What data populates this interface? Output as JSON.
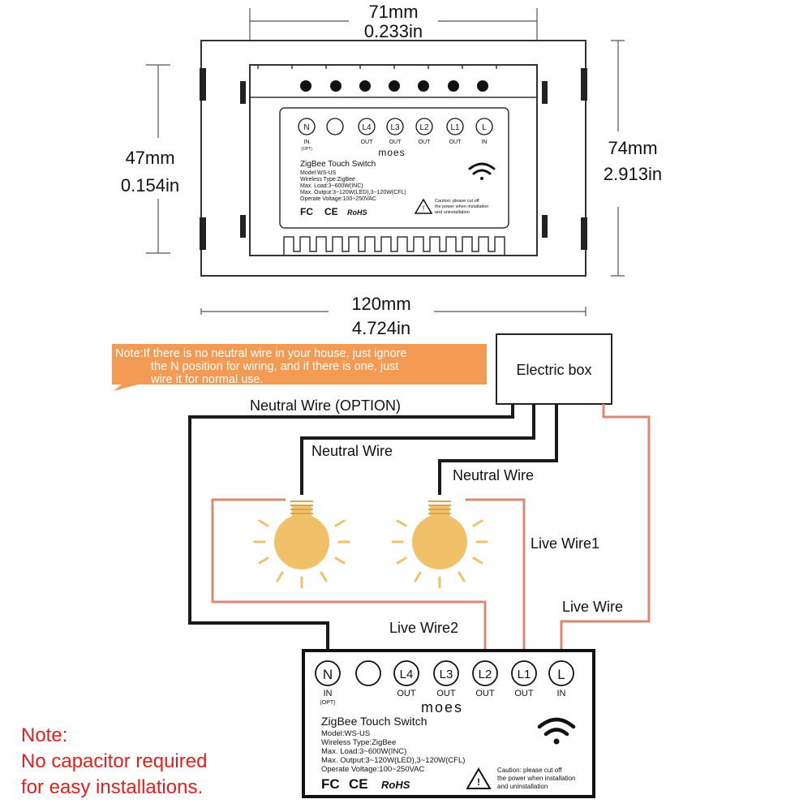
{
  "dimensions": {
    "width_mm": "71mm",
    "width_in": "0.233in",
    "inner_height_mm": "47mm",
    "inner_height_in": "0.154in",
    "height_mm": "74mm",
    "height_in": "2.913in",
    "total_width_mm": "120mm",
    "total_width_in": "4.724in"
  },
  "module": {
    "brand": "MOES",
    "title": "ZigBee Touch Switch",
    "model": "Model:WS-US",
    "wireless": "Wireless Type:ZigBee",
    "max_load": "Max. Load:3~600W(INC)",
    "max_output": "Max. Output:3~120W(LED),3~120W(CFL)",
    "voltage": "Operate Voltage:100~250VAC",
    "caution_1": "Caution: please cut off",
    "caution_2": "the power when installation",
    "caution_3": "and uninstallation",
    "cert_fc": "FC",
    "cert_ce": "CE",
    "cert_rohs": "RoHS",
    "terminals": {
      "n": "N",
      "l4": "L4",
      "l3": "L3",
      "l2": "L2",
      "l1": "L1",
      "l": "L"
    },
    "terminal_sub": {
      "in": "IN",
      "opt": "(OPT)",
      "out": "OUT"
    }
  },
  "wiring": {
    "note_line1": "Note:If there is no neutral wire in your house, just ignore",
    "note_line2": "the N position for wiring, and if there is one, just",
    "note_line3": "wire it for normal use.",
    "electric_box": "Electric box",
    "neutral_option": "Neutral Wire (OPTION)",
    "neutral_wire_1": "Neutral Wire",
    "neutral_wire_2": "Neutral Wire",
    "live_wire_1": "Live Wire1",
    "live_wire_2": "Live Wire2",
    "live_wire": "Live Wire"
  },
  "footer_note": {
    "line1": "Note:",
    "line2": "No capacitor required",
    "line3": "for easy installations."
  },
  "colors": {
    "live": "#d98a73",
    "bulb": "#f1c16a",
    "note_bg": "#f39a55",
    "red": "#e02020"
  }
}
